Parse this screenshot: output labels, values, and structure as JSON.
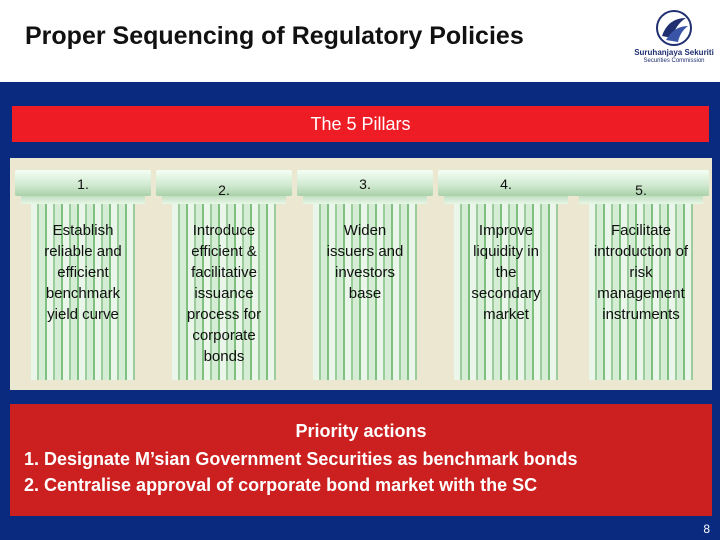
{
  "header": {
    "title": "Proper Sequencing of Regulatory Policies",
    "logo_name": "Suruhanjaya Sekuriti",
    "logo_sub": "Securities Commission"
  },
  "banner": {
    "label": "The 5 Pillars"
  },
  "pillars": [
    {
      "number": "1.",
      "lines": [
        "Establish",
        "reliable and",
        "efficient",
        "benchmark",
        "yield curve"
      ]
    },
    {
      "number": "2.",
      "lines": [
        "Introduce",
        "efficient &",
        "facilitative",
        "issuance",
        "process for",
        "corporate",
        "bonds"
      ]
    },
    {
      "number": "3.",
      "lines": [
        "Widen",
        "issuers and",
        "investors",
        "base"
      ]
    },
    {
      "number": "4.",
      "lines": [
        "Improve",
        "liquidity in",
        "the",
        "secondary",
        "market"
      ]
    },
    {
      "number": "5.",
      "lines": [
        "Facilitate",
        "introduction of",
        "risk",
        "management",
        "instruments"
      ]
    }
  ],
  "priority": {
    "heading": "Priority actions",
    "items": [
      "1. Designate M’sian Government Securities as benchmark bonds",
      "2. Centralise approval of corporate bond market with the SC"
    ]
  },
  "page_number": "8",
  "colors": {
    "navy": "#0a2a80",
    "banner_red": "#ee1d25",
    "priority_red": "#cc1f1f",
    "pillar_bg": "#ece7d1"
  }
}
